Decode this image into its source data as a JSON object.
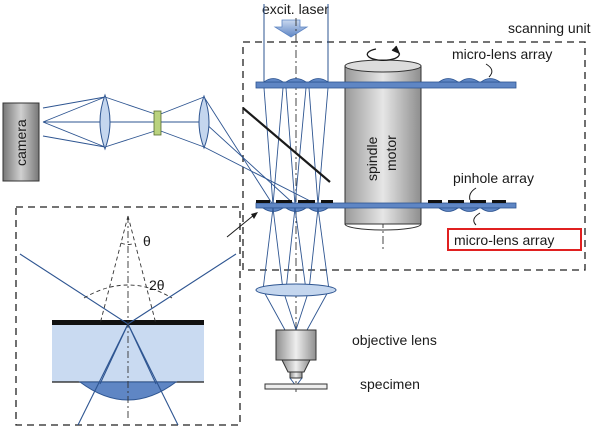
{
  "labels": {
    "excitation_laser": "excit. laser",
    "scanning_unit": "scanning unit",
    "microlens_array_top": "micro-lens array",
    "camera": "camera",
    "spindle_motor_line1": "spindle",
    "spindle_motor_line2": "motor",
    "pinhole_array": "pinhole array",
    "microlens_array_bottom": "micro-lens array",
    "objective_lens": "objective lens",
    "specimen": "specimen",
    "theta": "θ",
    "two_theta": "2θ"
  },
  "colors": {
    "beam": "#2e5591",
    "disk": "#5f86c4",
    "lens_fill": "#c4d6ee",
    "highlight_box": "#e02020",
    "filter": "#b9d27e",
    "substrate": "#c9daf1"
  }
}
